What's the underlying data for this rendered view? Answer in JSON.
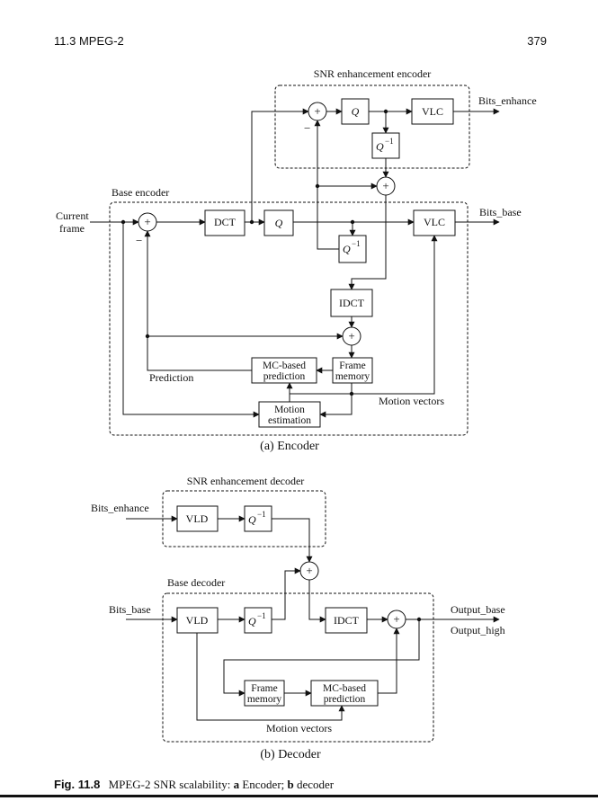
{
  "header": {
    "section": "11.3   MPEG-2",
    "page_number": "379"
  },
  "encoder": {
    "snr_title": "SNR enhancement encoder",
    "base_title": "Base encoder",
    "input_line1": "Current",
    "input_line2": "frame",
    "out_enhance": "Bits_enhance",
    "out_base": "Bits_base",
    "blocks": {
      "dct": "DCT",
      "q": "Q",
      "vlc": "VLC",
      "idct": "IDCT",
      "q_inv": "Q",
      "mc_line1": "MC-based",
      "mc_line2": "prediction",
      "fm_line1": "Frame",
      "fm_line2": "memory",
      "me_line1": "Motion",
      "me_line2": "estimation"
    },
    "inverse_exponent": "−1",
    "plus": "+",
    "minus": "−",
    "prediction_label": "Prediction",
    "motion_vectors": "Motion vectors",
    "caption": "(a)  Encoder"
  },
  "decoder": {
    "snr_title": "SNR enhancement decoder",
    "base_title": "Base decoder",
    "in_enhance": "Bits_enhance",
    "in_base": "Bits_base",
    "out_base": "Output_base",
    "out_high": "Output_high",
    "blocks": {
      "vld": "VLD",
      "q_inv": "Q",
      "idct": "IDCT",
      "fm_line1": "Frame",
      "fm_line2": "memory",
      "mc_line1": "MC-based",
      "mc_line2": "prediction"
    },
    "inverse_exponent": "−1",
    "plus": "+",
    "motion_vectors": "Motion vectors",
    "caption": "(b)  Decoder"
  },
  "figure_caption": {
    "label": "Fig. 11.8",
    "text_part1": "MPEG-2 SNR scalability: ",
    "bold_a": "a",
    "text_part2": " Encoder; ",
    "bold_b": "b",
    "text_part3": " decoder"
  }
}
